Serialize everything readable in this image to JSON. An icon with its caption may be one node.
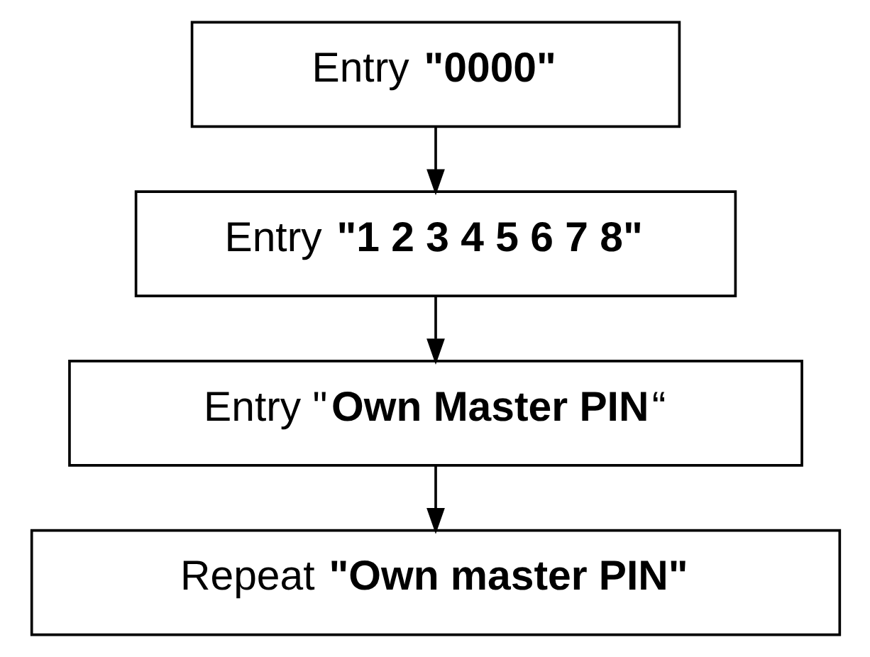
{
  "diagram": {
    "nodes": [
      {
        "text": [
          "Entry **\"0000\"**"
        ]
      },
      {
        "text": [
          "Entry **\"1 2 3 4 5 6 7 8\"**"
        ]
      },
      {
        "text": [
          "Entry \"**Own Master PIN**“"
        ]
      },
      {
        "text": [
          "Repeat **\"Own master PIN\"**"
        ]
      }
    ],
    "edges": [
      {
        "from": 0,
        "to": 1,
        "arrow": "to"
      },
      {
        "from": 1,
        "to": 2,
        "arrow": "to"
      },
      {
        "from": 2,
        "to": 3,
        "arrow": "to"
      }
    ]
  }
}
